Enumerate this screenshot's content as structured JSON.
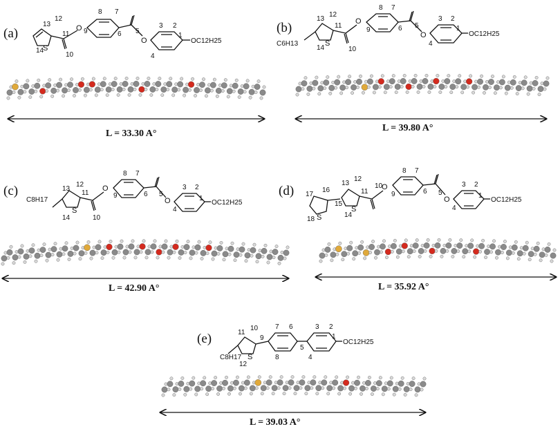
{
  "panels": [
    {
      "id": "a",
      "label": "(a)",
      "length": "L = 33.30 A°",
      "substituent": "",
      "chain": "OC12H25"
    },
    {
      "id": "b",
      "label": "(b)",
      "length": "L = 39.80 A°",
      "substituent": "C6H13",
      "chain": "OC12H25"
    },
    {
      "id": "c",
      "label": "(c)",
      "length": "L = 42.90 A°",
      "substituent": "C8H17",
      "chain": "OC12H25"
    },
    {
      "id": "d",
      "label": "(d)",
      "length": "L = 35.92 A°",
      "substituent": "",
      "chain": "OC12H25"
    },
    {
      "id": "e",
      "label": "(e)",
      "length": "L = 39.03 A°",
      "substituent": "C8H17",
      "chain": "OC12H25"
    }
  ],
  "atoms": {
    "sulfur": "S",
    "oxygen": "O"
  },
  "colors": {
    "carbon": "#8a8a8a",
    "hydrogen": "#d9d9d9",
    "oxygen": "#d42a1e",
    "sulfur": "#e0a93a",
    "bond": "#111111"
  }
}
